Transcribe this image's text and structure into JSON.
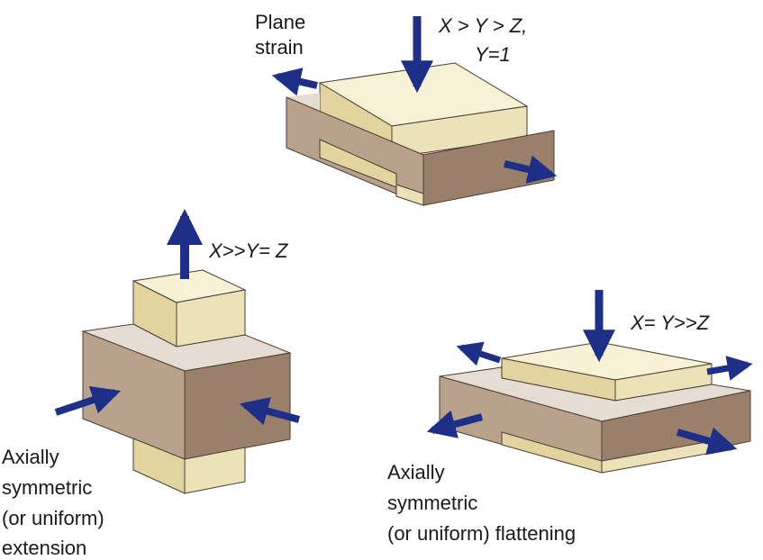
{
  "colors": {
    "cream_top": "#f7f1d6",
    "cream_side": "#ece2b9",
    "cream_front": "#e1d49f",
    "tan_top": "#e6ddd2",
    "tan_front": "#b8a28b",
    "tan_side": "#9a806a",
    "arrow": "#1d2f86",
    "arrow_light": "#3c56b6",
    "edge": "#4a3d33"
  },
  "plane_strain": {
    "title_lines": [
      "Plane",
      "strain"
    ],
    "condition_lines": [
      "X > Y > Z,",
      "Y=1"
    ]
  },
  "axial_extension": {
    "condition": "X>>Y= Z",
    "caption_lines": [
      "Axially",
      "symmetric",
      "(or uniform)",
      "extension"
    ]
  },
  "axial_flattening": {
    "condition": "X= Y>>Z",
    "caption_lines": [
      "Axially",
      "symmetric",
      "(or uniform) flattening"
    ]
  }
}
